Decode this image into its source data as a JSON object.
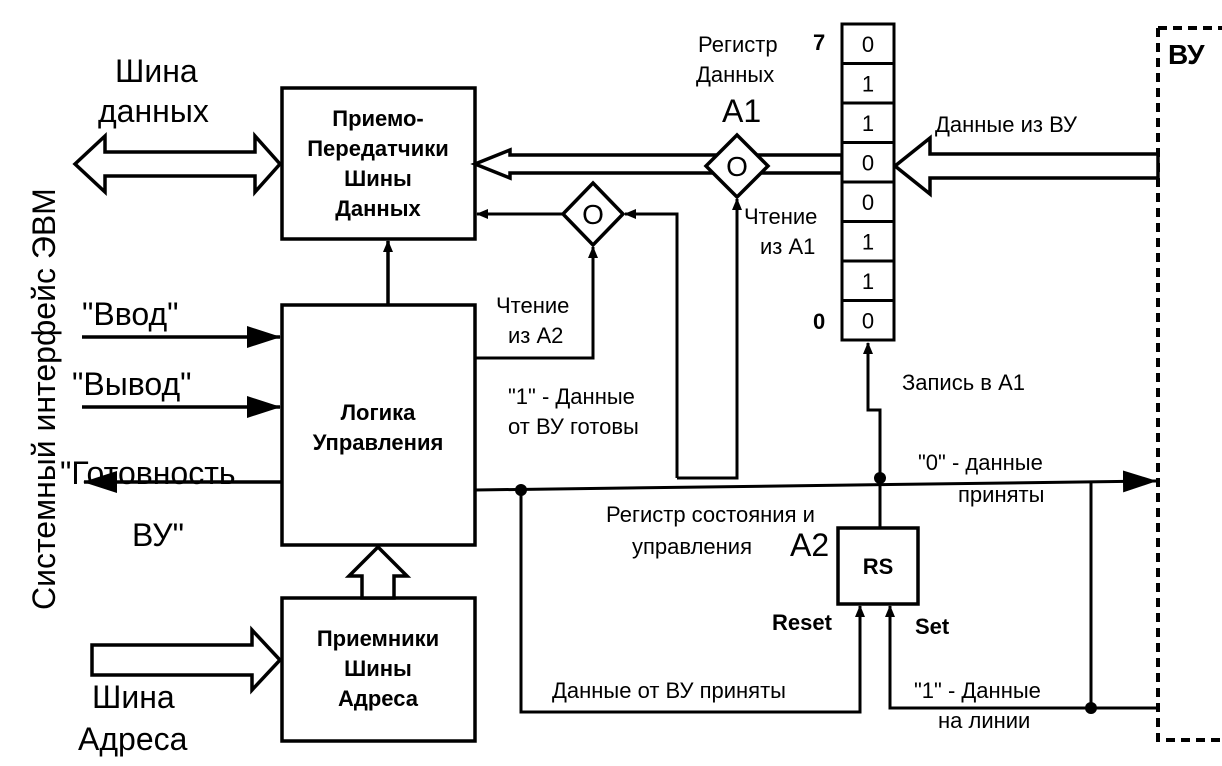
{
  "left_interface_label": "Системный интерфейс ЭВМ",
  "data_bus_label": [
    "Шина",
    "данных"
  ],
  "address_bus_label": [
    "Шина",
    "Адреса"
  ],
  "blocks": {
    "transceivers": [
      "Приемо-",
      "Передатчики",
      "Шины",
      "Данных"
    ],
    "control_logic": [
      "Логика",
      "Управления"
    ],
    "address_receivers": [
      "Приемники",
      "Шины",
      "Адреса"
    ],
    "rs": "RS"
  },
  "signals": {
    "input": "\"Ввод\"",
    "output": "\"Вывод\"",
    "ready": [
      "\"Готовность",
      "ВУ\""
    ],
    "read_a2": [
      "Чтение",
      "из А2"
    ],
    "read_a1": [
      "Чтение",
      "из А1"
    ],
    "write_a1": "Запись в А1",
    "data_ready": [
      "\"1\" - Данные",
      "от ВУ готовы"
    ],
    "data_accepted_zero": [
      "\"0\" - данные",
      "приняты"
    ],
    "data_accepted": "Данные от ВУ приняты",
    "data_on_line": [
      "\"1\" - Данные",
      "на линии"
    ],
    "data_from_vu": "Данные из ВУ",
    "reset": "Reset",
    "set": "Set"
  },
  "data_register": {
    "title": [
      "Регистр",
      "Данных"
    ],
    "name": "А1",
    "msb_label": "7",
    "lsb_label": "0",
    "bits": [
      "0",
      "1",
      "1",
      "0",
      "0",
      "1",
      "1",
      "0"
    ]
  },
  "status_register": {
    "title": [
      "Регистр состояния и",
      "управления"
    ],
    "name": "А2"
  },
  "gate_symbol": "O",
  "device_label": "ВУ"
}
